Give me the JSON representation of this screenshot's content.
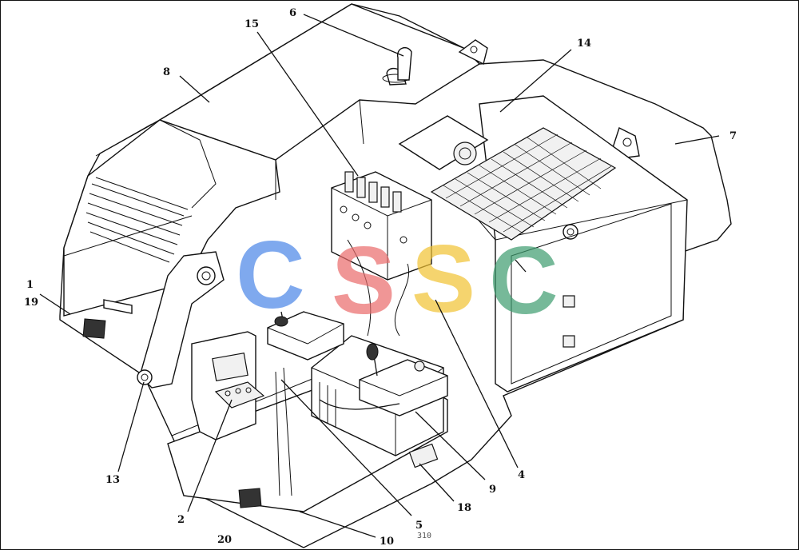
{
  "callouts": [
    {
      "label": "1"
    },
    {
      "label": "19"
    },
    {
      "label": "13"
    },
    {
      "label": "2"
    },
    {
      "label": "20"
    },
    {
      "label": "10"
    },
    {
      "label": "5"
    },
    {
      "label": "18"
    },
    {
      "label": "9"
    },
    {
      "label": "4"
    },
    {
      "label": "7"
    },
    {
      "label": "14"
    },
    {
      "label": "6"
    },
    {
      "label": "15"
    },
    {
      "label": "8"
    }
  ],
  "drawing_code": "310",
  "watermark": {
    "letters": [
      "C",
      "S",
      "S",
      "C"
    ],
    "colors": [
      "#4a86e8",
      "#ea6a6a",
      "#f1c232",
      "#3d9c6e"
    ]
  }
}
